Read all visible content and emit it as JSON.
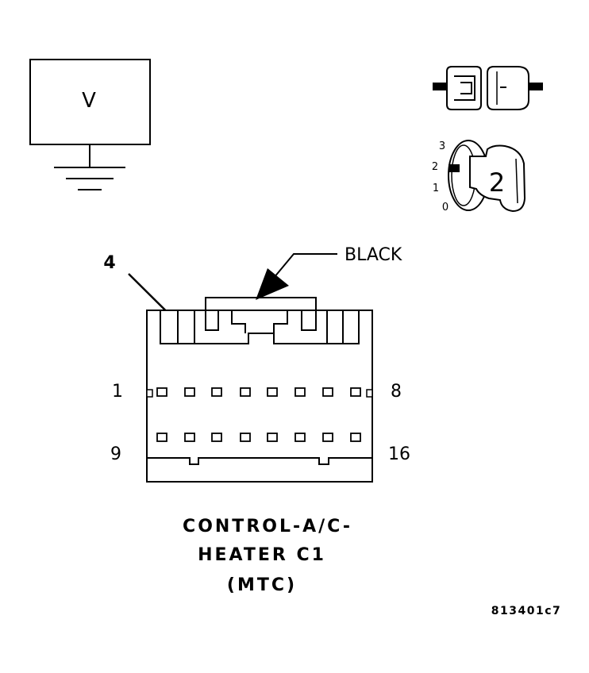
{
  "voltmeter": {
    "symbol": "V"
  },
  "ignition": {
    "positions": [
      "3",
      "2",
      "1",
      "0"
    ],
    "selected": "2"
  },
  "connector": {
    "color_label": "BLACK",
    "callout_pin": "4",
    "pin_labels": {
      "top_left": "1",
      "top_right": "8",
      "bottom_left": "9",
      "bottom_right": "16"
    },
    "title_lines": [
      "CONTROL-A/C-",
      "HEATER C1",
      "(MTC)"
    ]
  },
  "figure_id": "813401c7"
}
